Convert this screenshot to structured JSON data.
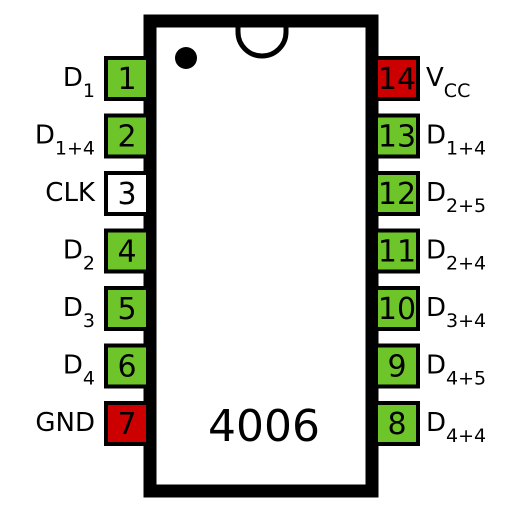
{
  "chip": {
    "name": "4006",
    "colors": {
      "body": "#ffffff",
      "outline": "#000000"
    }
  },
  "pin_colors": {
    "data": "#6dc52a",
    "clock": "#ffffff",
    "ground": "#cc0000",
    "power": "#cc0000",
    "border": "#000000"
  },
  "pins_left": [
    {
      "number": "1",
      "label": "D",
      "sub": "1",
      "kind": "data"
    },
    {
      "number": "2",
      "label": "D",
      "sub": "1+4",
      "kind": "data"
    },
    {
      "number": "3",
      "label": "CLK",
      "sub": "",
      "kind": "clock"
    },
    {
      "number": "4",
      "label": "D",
      "sub": "2",
      "kind": "data"
    },
    {
      "number": "5",
      "label": "D",
      "sub": "3",
      "kind": "data"
    },
    {
      "number": "6",
      "label": "D",
      "sub": "4",
      "kind": "data"
    },
    {
      "number": "7",
      "label": "GND",
      "sub": "",
      "kind": "ground"
    }
  ],
  "pins_right": [
    {
      "number": "14",
      "label": "V",
      "sub": "CC",
      "kind": "power"
    },
    {
      "number": "13",
      "label": "D",
      "sub": "1+4",
      "kind": "data"
    },
    {
      "number": "12",
      "label": "D",
      "sub": "2+5",
      "kind": "data"
    },
    {
      "number": "11",
      "label": "D",
      "sub": "2+4",
      "kind": "data"
    },
    {
      "number": "10",
      "label": "D",
      "sub": "3+4",
      "kind": "data"
    },
    {
      "number": "9",
      "label": "D",
      "sub": "4+5",
      "kind": "data"
    },
    {
      "number": "8",
      "label": "D",
      "sub": "4+4",
      "kind": "data"
    }
  ]
}
